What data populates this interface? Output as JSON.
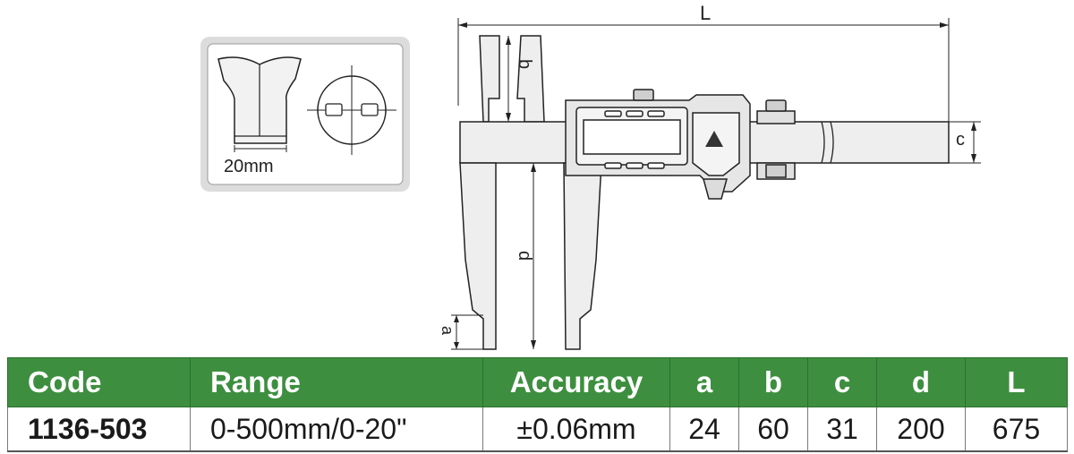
{
  "drawing": {
    "inset_label": "20mm",
    "dimension_labels": {
      "L": "L",
      "b": "b",
      "c": "c",
      "d": "d",
      "a": "a"
    }
  },
  "table": {
    "headers": [
      "Code",
      "Range",
      "Accuracy",
      "a",
      "b",
      "c",
      "d",
      "L"
    ],
    "rows": [
      [
        "1136-503",
        "0-500mm/0-20\"",
        "±0.06mm",
        "24",
        "60",
        "31",
        "200",
        "675"
      ]
    ]
  },
  "colors": {
    "header_bg": "#3d8f3f",
    "header_text": "#ffffff",
    "line": "#222222",
    "part_fill": "#eeeeee"
  }
}
